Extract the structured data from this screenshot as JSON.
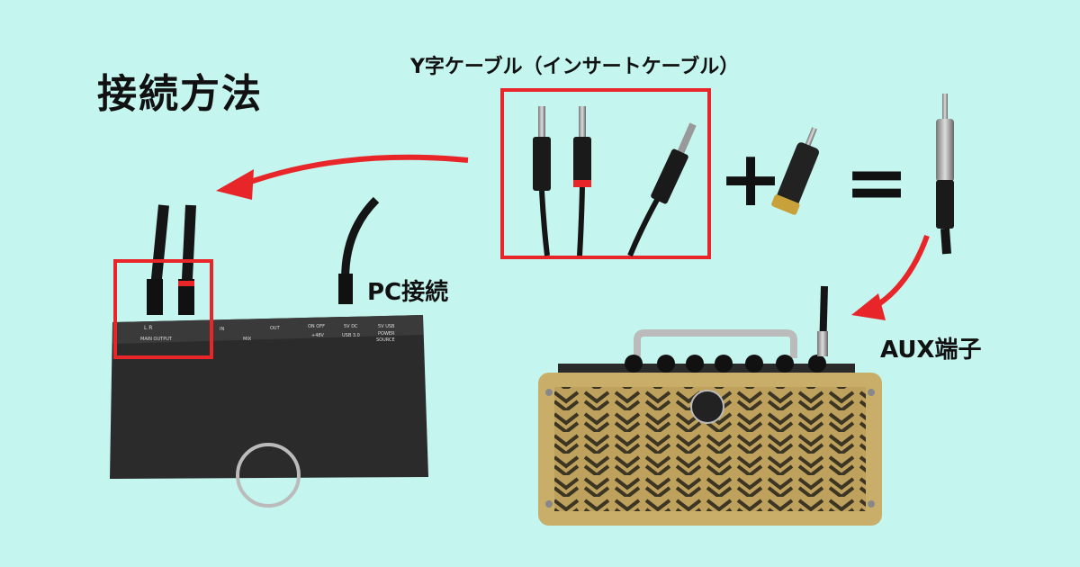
{
  "title": "接続方法",
  "cable_title": "Y字ケーブル（インサートケーブル）",
  "pc_label": "PC接続",
  "aux_label": "AUX端子",
  "interface_labels": {
    "lr": "L      R",
    "main_output": "MAIN OUTPUT",
    "in": "IN",
    "mix": "MIX",
    "out": "OUT",
    "on_off": "ON OFF",
    "phantom": "+48V",
    "dc": "5V DC",
    "usb": "USB 3.0",
    "usb5v": "5V USB",
    "power": "POWER",
    "source": "SOURCE"
  },
  "symbols": {
    "plus": "+",
    "equals": "="
  },
  "colors": {
    "background": "#c4f5ee",
    "highlight": "#e8262a",
    "arrow": "#e8262a",
    "amp_body": "#c9ae6a",
    "device_body": "#2a2a2a"
  }
}
